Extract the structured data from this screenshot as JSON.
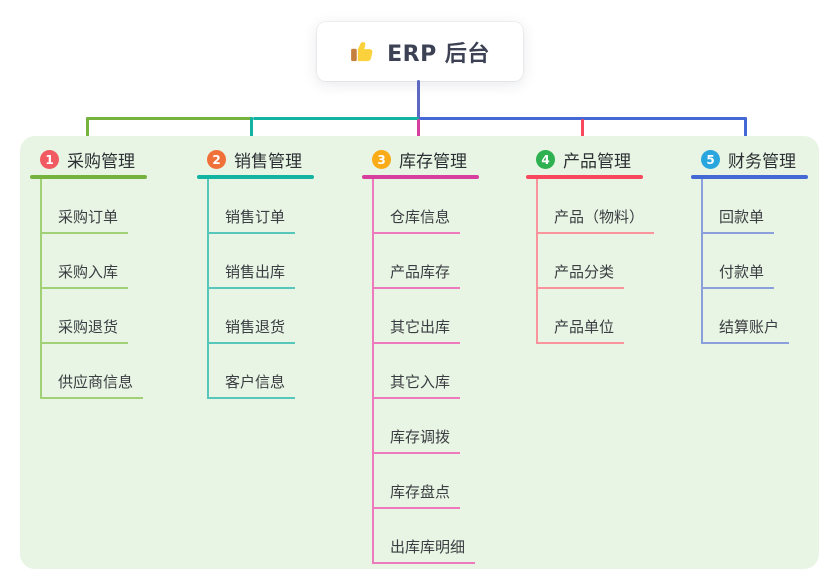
{
  "root_node": {
    "label": "ERP 后台",
    "icon": "thumbs-up-icon"
  },
  "branches": [
    {
      "number": "1",
      "label": "采购管理",
      "colors": {
        "line": "#76b33e",
        "light": "#a2d076",
        "badge": "#f25a62"
      },
      "children": [
        "采购订单",
        "采购入库",
        "采购退货",
        "供应商信息"
      ]
    },
    {
      "number": "2",
      "label": "销售管理",
      "colors": {
        "line": "#13b3a2",
        "light": "#56c7ba",
        "badge": "#f0703a"
      },
      "children": [
        "销售订单",
        "销售出库",
        "销售退货",
        "客户信息"
      ]
    },
    {
      "number": "3",
      "label": "库存管理",
      "colors": {
        "line": "#d63f9d",
        "light": "#ee79bd",
        "badge": "#f9ab18"
      },
      "children": [
        "仓库信息",
        "产品库存",
        "其它出库",
        "其它入库",
        "库存调拨",
        "库存盘点",
        "出库库明细"
      ]
    },
    {
      "number": "4",
      "label": "产品管理",
      "colors": {
        "line": "#f8485e",
        "light": "#f9949c",
        "badge": "#2eb150"
      },
      "children": [
        "产品（物料）",
        "产品分类",
        "产品单位"
      ]
    },
    {
      "number": "5",
      "label": "财务管理",
      "colors": {
        "line": "#4468d4",
        "light": "#8c9fdd",
        "badge": "#29a6dd"
      },
      "children": [
        "回款单",
        "付款单",
        "结算账户"
      ]
    }
  ],
  "colors": {
    "panel_bg": "#e9f5e4",
    "root_edge": "#5b69c3",
    "title_text": "#2c2f33",
    "child_text": "#3a3d42",
    "card_bg": "#ffffff",
    "thumb_hand": "#fcd23c",
    "thumb_sleeve": "#c57f3e"
  }
}
